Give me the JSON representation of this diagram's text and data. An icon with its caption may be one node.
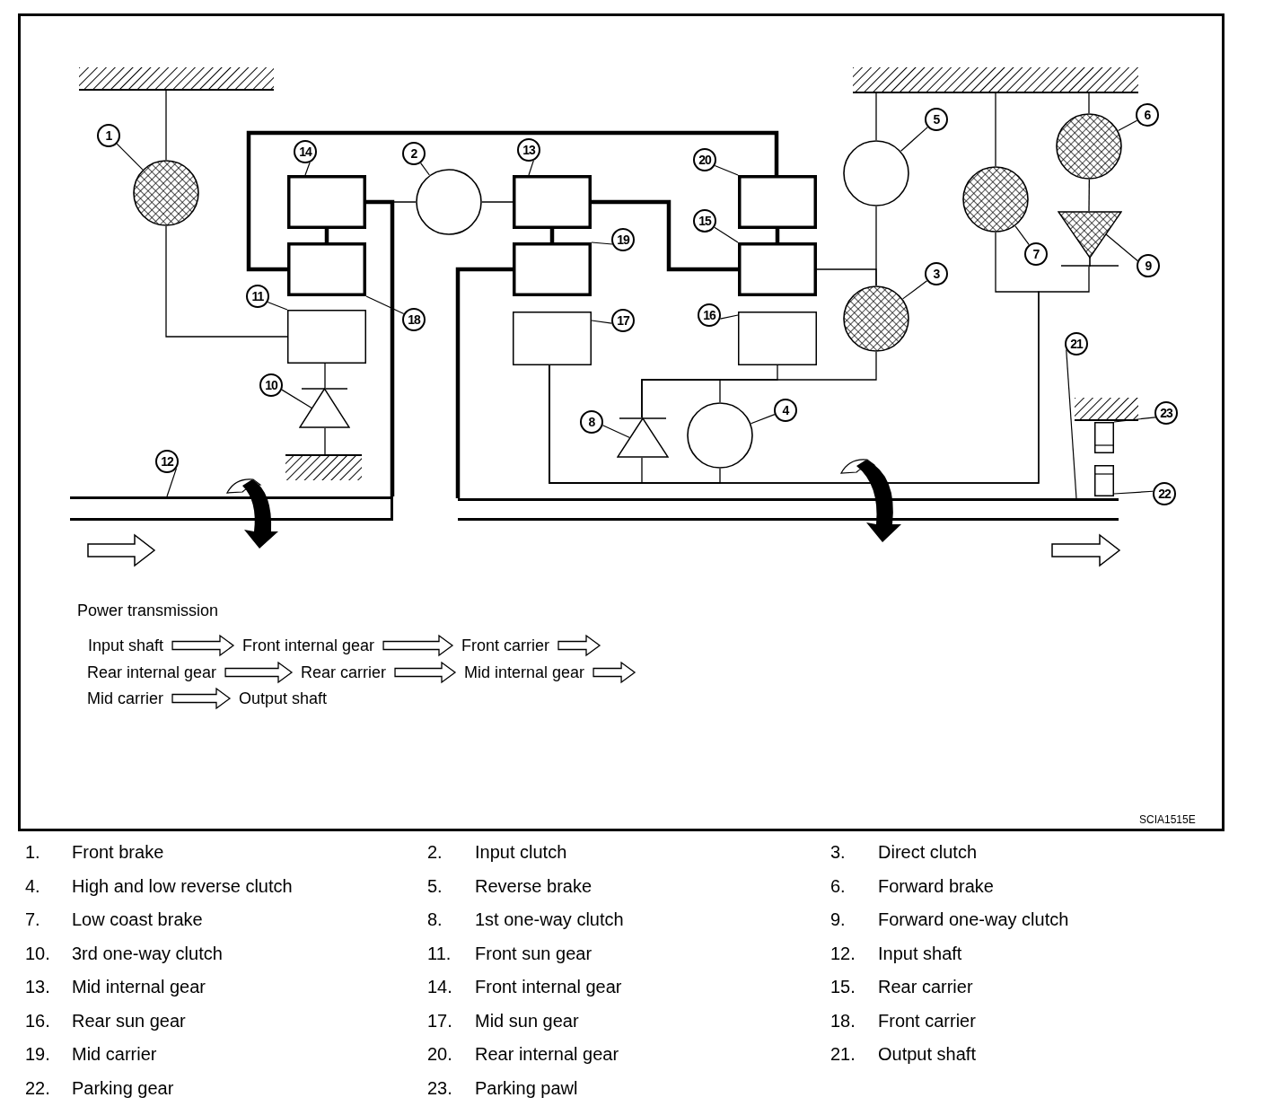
{
  "diagram": {
    "nodes": [
      {
        "text": [
          "1"
        ]
      },
      {
        "text": [
          "2"
        ]
      },
      {
        "text": [
          "3"
        ]
      },
      {
        "text": [
          "4"
        ]
      },
      {
        "text": [
          "5"
        ]
      },
      {
        "text": [
          "6"
        ]
      },
      {
        "text": [
          "7"
        ]
      },
      {
        "text": [
          "8"
        ]
      },
      {
        "text": [
          "9"
        ]
      },
      {
        "text": [
          "10"
        ]
      },
      {
        "text": [
          "11"
        ]
      },
      {
        "text": [
          "12"
        ]
      },
      {
        "text": [
          "13"
        ]
      },
      {
        "text": [
          "14"
        ]
      },
      {
        "text": [
          "15"
        ]
      },
      {
        "text": [
          "16"
        ]
      },
      {
        "text": [
          "17"
        ]
      },
      {
        "text": [
          "18"
        ]
      },
      {
        "text": [
          "19"
        ]
      },
      {
        "text": [
          "20"
        ]
      },
      {
        "text": [
          "21"
        ]
      },
      {
        "text": [
          "22"
        ]
      },
      {
        "text": [
          "23"
        ]
      },
      {
        "text": [],
        "shape": "circle"
      },
      {
        "text": [],
        "shape": "circle"
      },
      {
        "text": [],
        "shape": "circle"
      },
      {
        "text": [],
        "shape": "circle"
      },
      {
        "text": [],
        "shape": "circle"
      },
      {
        "text": [],
        "shape": "circle"
      },
      {
        "text": [],
        "shape": "circle"
      },
      {
        "text": [],
        "shape": "triangle"
      },
      {
        "text": [],
        "shape": "triangle"
      },
      {
        "text": [],
        "shape": "triangle"
      },
      {
        "text": [],
        "shape": "box"
      },
      {
        "text": [],
        "shape": "bar"
      },
      {
        "text": [],
        "shape": "box"
      },
      {
        "text": [],
        "shape": "box"
      },
      {
        "text": [],
        "shape": "box"
      },
      {
        "text": [],
        "shape": "box"
      },
      {
        "text": [],
        "shape": "box"
      },
      {
        "text": [],
        "shape": "box"
      },
      {
        "text": [],
        "shape": "box"
      },
      {
        "text": [],
        "shape": "box"
      },
      {
        "text": [],
        "shape": "bar"
      },
      {
        "text": [],
        "shape": "box"
      },
      {
        "text": [],
        "shape": "box"
      },
      {
        "text": [
          "Input shaft"
        ]
      },
      {
        "text": [
          "Front internal gear"
        ]
      },
      {
        "text": [
          "Front carrier"
        ]
      },
      {
        "text": [
          "Rear internal gear"
        ]
      },
      {
        "text": [
          "Rear carrier"
        ]
      },
      {
        "text": [
          "Mid internal gear"
        ]
      },
      {
        "text": [
          "Mid carrier"
        ]
      },
      {
        "text": [
          "Output shaft"
        ]
      },
      {
        "text": [],
        "shape": "bar"
      },
      {
        "text": [],
        "shape": "bar"
      },
      {
        "text": [],
        "shape": "bar"
      },
      {
        "text": [],
        "shape": "bar"
      }
    ],
    "edges": [
      {
        "from": 0,
        "to": 23,
        "arrow": "none"
      },
      {
        "from": 1,
        "to": 24,
        "arrow": "none"
      },
      {
        "from": 2,
        "to": 25,
        "arrow": "none"
      },
      {
        "from": 3,
        "to": 26,
        "arrow": "none"
      },
      {
        "from": 4,
        "to": 27,
        "arrow": "none"
      },
      {
        "from": 5,
        "to": 28,
        "arrow": "none"
      },
      {
        "from": 6,
        "to": 29,
        "arrow": "none"
      },
      {
        "from": 7,
        "to": 30,
        "arrow": "none"
      },
      {
        "from": 8,
        "to": 31,
        "arrow": "none"
      },
      {
        "from": 9,
        "to": 32,
        "arrow": "none"
      },
      {
        "from": 10,
        "to": 33,
        "arrow": "none"
      },
      {
        "from": 11,
        "to": 34,
        "arrow": "none"
      },
      {
        "from": 12,
        "to": 35,
        "arrow": "none"
      },
      {
        "from": 13,
        "to": 36,
        "arrow": "none"
      },
      {
        "from": 14,
        "to": 37,
        "arrow": "none"
      },
      {
        "from": 15,
        "to": 38,
        "arrow": "none"
      },
      {
        "from": 16,
        "to": 39,
        "arrow": "none"
      },
      {
        "from": 17,
        "to": 40,
        "arrow": "none"
      },
      {
        "from": 18,
        "to": 41,
        "arrow": "none"
      },
      {
        "from": 19,
        "to": 42,
        "arrow": "none"
      },
      {
        "from": 20,
        "to": 43,
        "arrow": "none"
      },
      {
        "from": 21,
        "to": 44,
        "arrow": "none"
      },
      {
        "from": 22,
        "to": 45,
        "arrow": "none"
      },
      {
        "from": 23,
        "to": 33,
        "arrow": "none"
      },
      {
        "from": 33,
        "to": 32,
        "arrow": "none"
      },
      {
        "from": 36,
        "to": 40,
        "arrow": "none",
        "style": "thick"
      },
      {
        "from": 40,
        "to": 42,
        "arrow": "none",
        "style": "thick"
      },
      {
        "from": 36,
        "to": 34,
        "arrow": "none",
        "style": "thick"
      },
      {
        "from": 24,
        "to": 36,
        "arrow": "none"
      },
      {
        "from": 24,
        "to": 35,
        "arrow": "none"
      },
      {
        "from": 35,
        "to": 41,
        "arrow": "none",
        "style": "thick"
      },
      {
        "from": 35,
        "to": 37,
        "arrow": "none",
        "style": "thick"
      },
      {
        "from": 42,
        "to": 37,
        "arrow": "none",
        "style": "thick"
      },
      {
        "from": 27,
        "to": 25,
        "arrow": "none"
      },
      {
        "from": 37,
        "to": 25,
        "arrow": "none"
      },
      {
        "from": 25,
        "to": 30,
        "arrow": "none"
      },
      {
        "from": 38,
        "to": 30,
        "arrow": "none"
      },
      {
        "from": 26,
        "to": 30,
        "arrow": "none"
      },
      {
        "from": 30,
        "to": 39,
        "arrow": "none"
      },
      {
        "from": 26,
        "to": 39,
        "arrow": "none"
      },
      {
        "from": 29,
        "to": 39,
        "arrow": "none"
      },
      {
        "from": 31,
        "to": 39,
        "arrow": "none"
      },
      {
        "from": 28,
        "to": 31,
        "arrow": "none"
      },
      {
        "from": 41,
        "to": 43,
        "arrow": "none",
        "style": "thick"
      },
      {
        "from": 46,
        "to": 47,
        "arrow": "to"
      },
      {
        "from": 47,
        "to": 48,
        "arrow": "to"
      },
      {
        "from": 48,
        "to": null,
        "arrow": "to"
      },
      {
        "from": 49,
        "to": 50,
        "arrow": "to"
      },
      {
        "from": 50,
        "to": 51,
        "arrow": "to"
      },
      {
        "from": 51,
        "to": null,
        "arrow": "to"
      },
      {
        "from": 52,
        "to": 53,
        "arrow": "to"
      },
      {
        "from": 23,
        "to": 54,
        "arrow": "none"
      },
      {
        "from": 27,
        "to": 55,
        "arrow": "none"
      },
      {
        "from": 29,
        "to": 55,
        "arrow": "none"
      },
      {
        "from": 28,
        "to": 55,
        "arrow": "none"
      },
      {
        "from": 32,
        "to": 57,
        "arrow": "none"
      }
    ],
    "labels": [
      "Power transmission",
      "SCIA1515E",
      "1.",
      "Front brake",
      "2.",
      "Input clutch",
      "3.",
      "Direct clutch",
      "4.",
      "High and low reverse clutch",
      "5.",
      "Reverse brake",
      "6.",
      "Forward brake",
      "7.",
      "Low coast brake",
      "8.",
      "1st one-way clutch",
      "9.",
      "Forward one-way clutch",
      "10.",
      "3rd one-way clutch",
      "11.",
      "Front sun gear",
      "12.",
      "Input shaft",
      "13.",
      "Mid internal gear",
      "14.",
      "Front internal gear",
      "15.",
      "Rear carrier",
      "16.",
      "Rear sun gear",
      "17.",
      "Mid sun gear",
      "18.",
      "Front carrier",
      "19.",
      "Mid carrier",
      "20.",
      "Rear internal gear",
      "21.",
      "Output shaft",
      "22.",
      "Parking gear",
      "23.",
      "Parking pawl"
    ]
  }
}
